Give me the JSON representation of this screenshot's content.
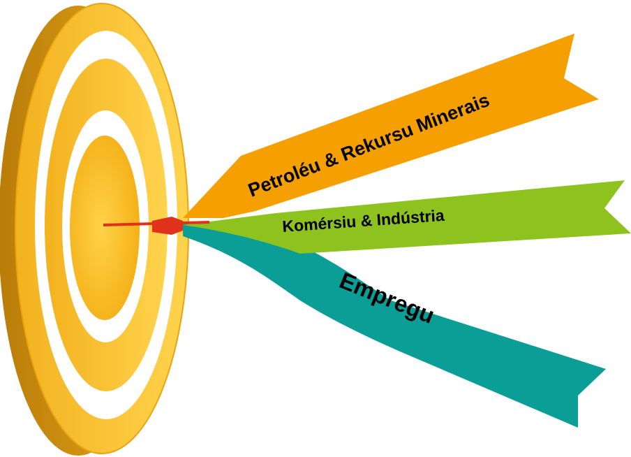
{
  "banners": [
    {
      "id": "oil",
      "label": "Petroléu & Rekursu Minerais",
      "color": "#F5A000"
    },
    {
      "id": "commerce",
      "label": "Komérsiu & Indústria",
      "color": "#8DC21F"
    },
    {
      "id": "employment",
      "label": "Empregu",
      "color": "#0A9E96"
    }
  ],
  "colors": {
    "target_outer": "#F7BE2E",
    "target_side": "#D99A12",
    "target_white": "#FFFFFF",
    "target_center": "#FBC02D",
    "dart": "#E0321A"
  }
}
